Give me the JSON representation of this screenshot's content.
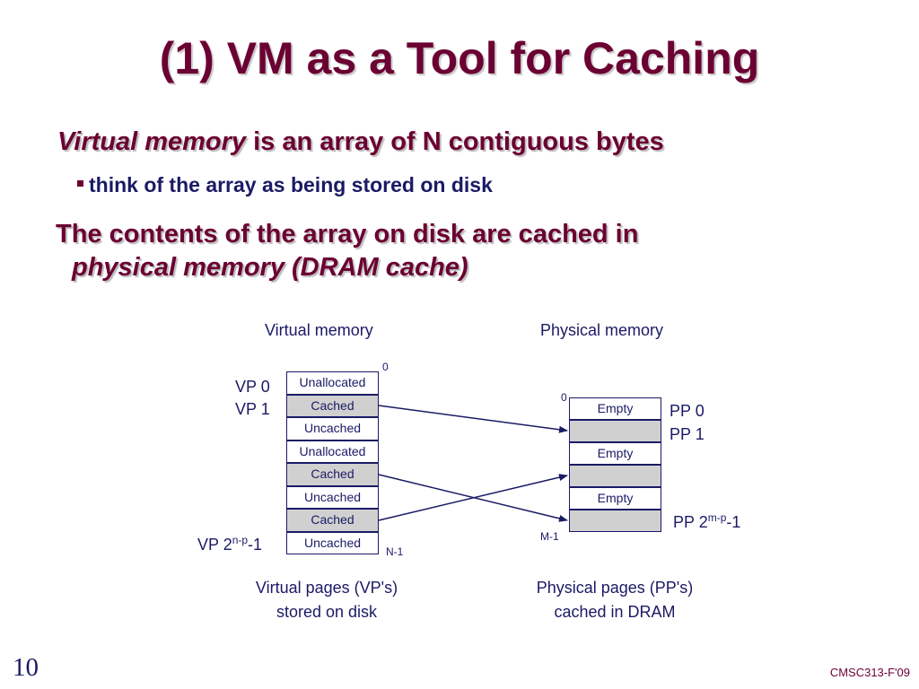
{
  "slide": {
    "title": "(1) VM as a Tool for Caching",
    "bullet1_italic": "Virtual memory",
    "bullet1_rest": " is an array of N contiguous bytes",
    "sub_bullet": "think of the array as being stored on disk",
    "bullet2_line1": "The contents of the array on disk are cached in",
    "bullet2_line2": "physical memory (DRAM cache)",
    "page_number": "10",
    "footer": "CMSC313-F'09"
  },
  "diagram": {
    "virtual_header": "Virtual memory",
    "physical_header": "Physical memory",
    "virtual_cells": [
      "Unallocated",
      "Cached",
      "Uncached",
      "Unallocated",
      "Cached",
      "Uncached",
      "Cached",
      "Uncached"
    ],
    "physical_cells": [
      "Empty",
      "",
      "Empty",
      "",
      "Empty",
      ""
    ],
    "vp_labels": {
      "vp0": "VP 0",
      "vp1": "VP 1",
      "vp_last_base": "VP 2",
      "vp_last_sup": "n-p",
      "vp_last_suffix": "-1"
    },
    "pp_labels": {
      "pp0": "PP 0",
      "pp1": "PP 1",
      "pp_last_base": "PP 2",
      "pp_last_sup": "m-p",
      "pp_last_suffix": "-1"
    },
    "virtual_top_addr": "0",
    "virtual_bottom_addr": "N-1",
    "physical_top_addr": "0",
    "physical_bottom_addr": "M-1",
    "virtual_caption_1": "Virtual pages (VP's)",
    "virtual_caption_2": "stored on disk",
    "physical_caption_1": "Physical pages (PP's)",
    "physical_caption_2": "cached in DRAM",
    "colors": {
      "title": "#6b0032",
      "diagram": "#1a1a66",
      "gray_cell": "#d0d0d0"
    }
  }
}
